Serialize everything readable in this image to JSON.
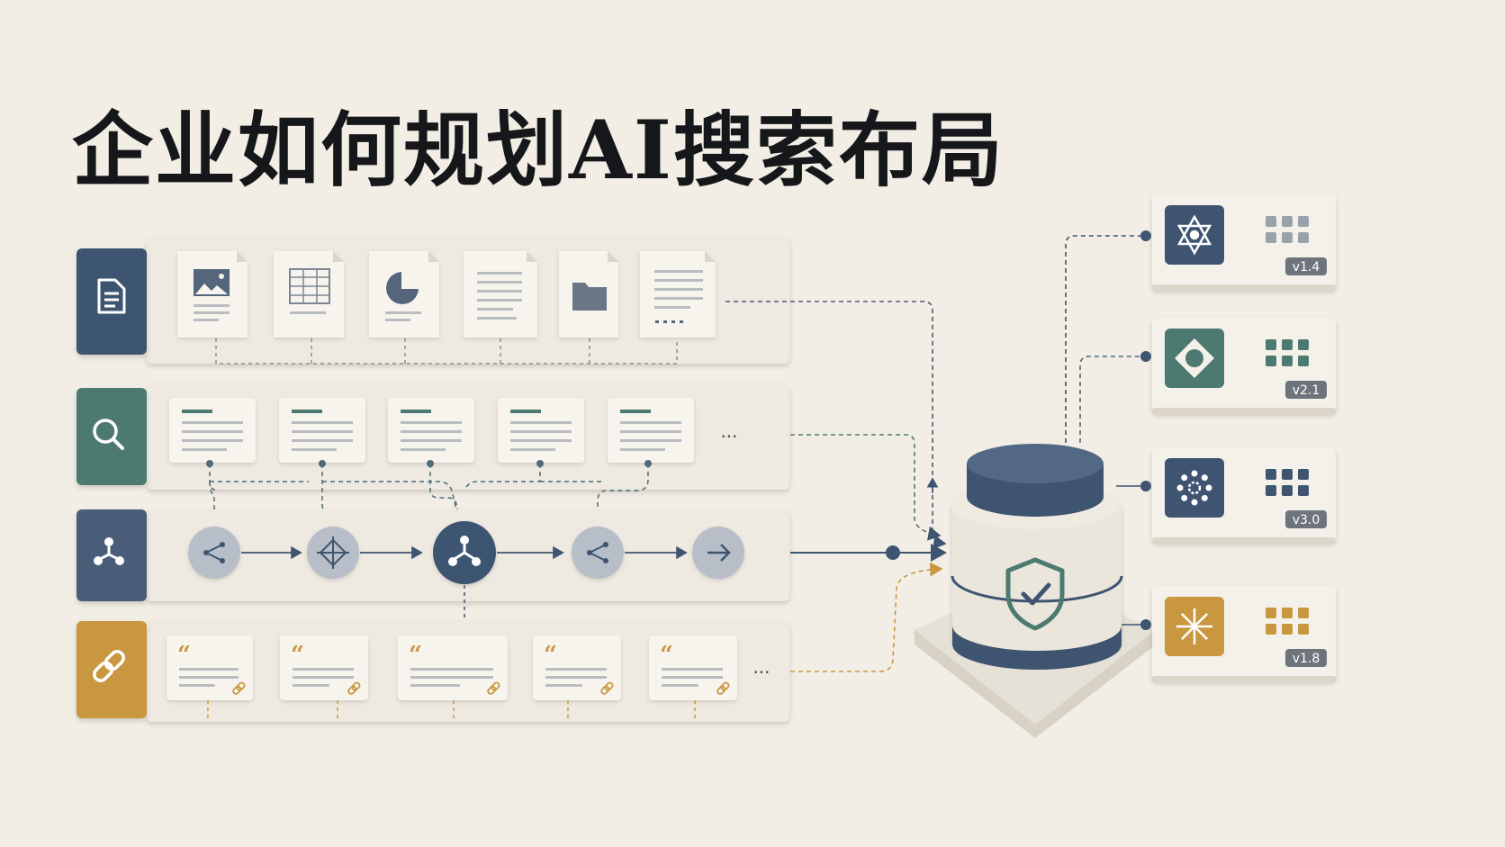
{
  "title": "企业如何规划AI搜索布局",
  "colors": {
    "background": "#f2eee6",
    "navy": "#3e5470",
    "teal": "#4d7a70",
    "slate": "#4a5b78",
    "mustard": "#c9973f",
    "card": "#f7f4ee",
    "node": "#b7bec8"
  },
  "rows": [
    {
      "name": "documents",
      "icon": "document-icon",
      "items": [
        "image-file-icon",
        "spreadsheet-file-icon",
        "pie-chart-file-icon",
        "text-file-icon",
        "folder-file-icon",
        "list-file-icon"
      ]
    },
    {
      "name": "search-results",
      "icon": "search-icon",
      "items": [
        "result-card",
        "result-card",
        "result-card",
        "result-card",
        "result-card"
      ],
      "overflow": "..."
    },
    {
      "name": "workflow",
      "icon": "hub-icon",
      "items": [
        "branch-node-icon",
        "crosshair-node-icon",
        "hub-node-icon",
        "branch-node-icon",
        "arrow-node-icon"
      ]
    },
    {
      "name": "citations",
      "icon": "link-icon",
      "quote_mark": "“",
      "items": [
        "citation-card",
        "citation-card",
        "citation-card",
        "citation-card",
        "citation-card"
      ],
      "overflow": "..."
    }
  ],
  "hub": {
    "icon": "shield-check-icon"
  },
  "models": [
    {
      "icon": "network-star-icon",
      "color": "#3e5470",
      "version": "v1.4"
    },
    {
      "icon": "diamond-ring-icon",
      "color": "#4d7a70",
      "version": "v2.1"
    },
    {
      "icon": "dotted-circle-icon",
      "color": "#3e5470",
      "version": "v3.0"
    },
    {
      "icon": "sparkle-icon",
      "color": "#c9973f",
      "version": "v1.8"
    }
  ]
}
